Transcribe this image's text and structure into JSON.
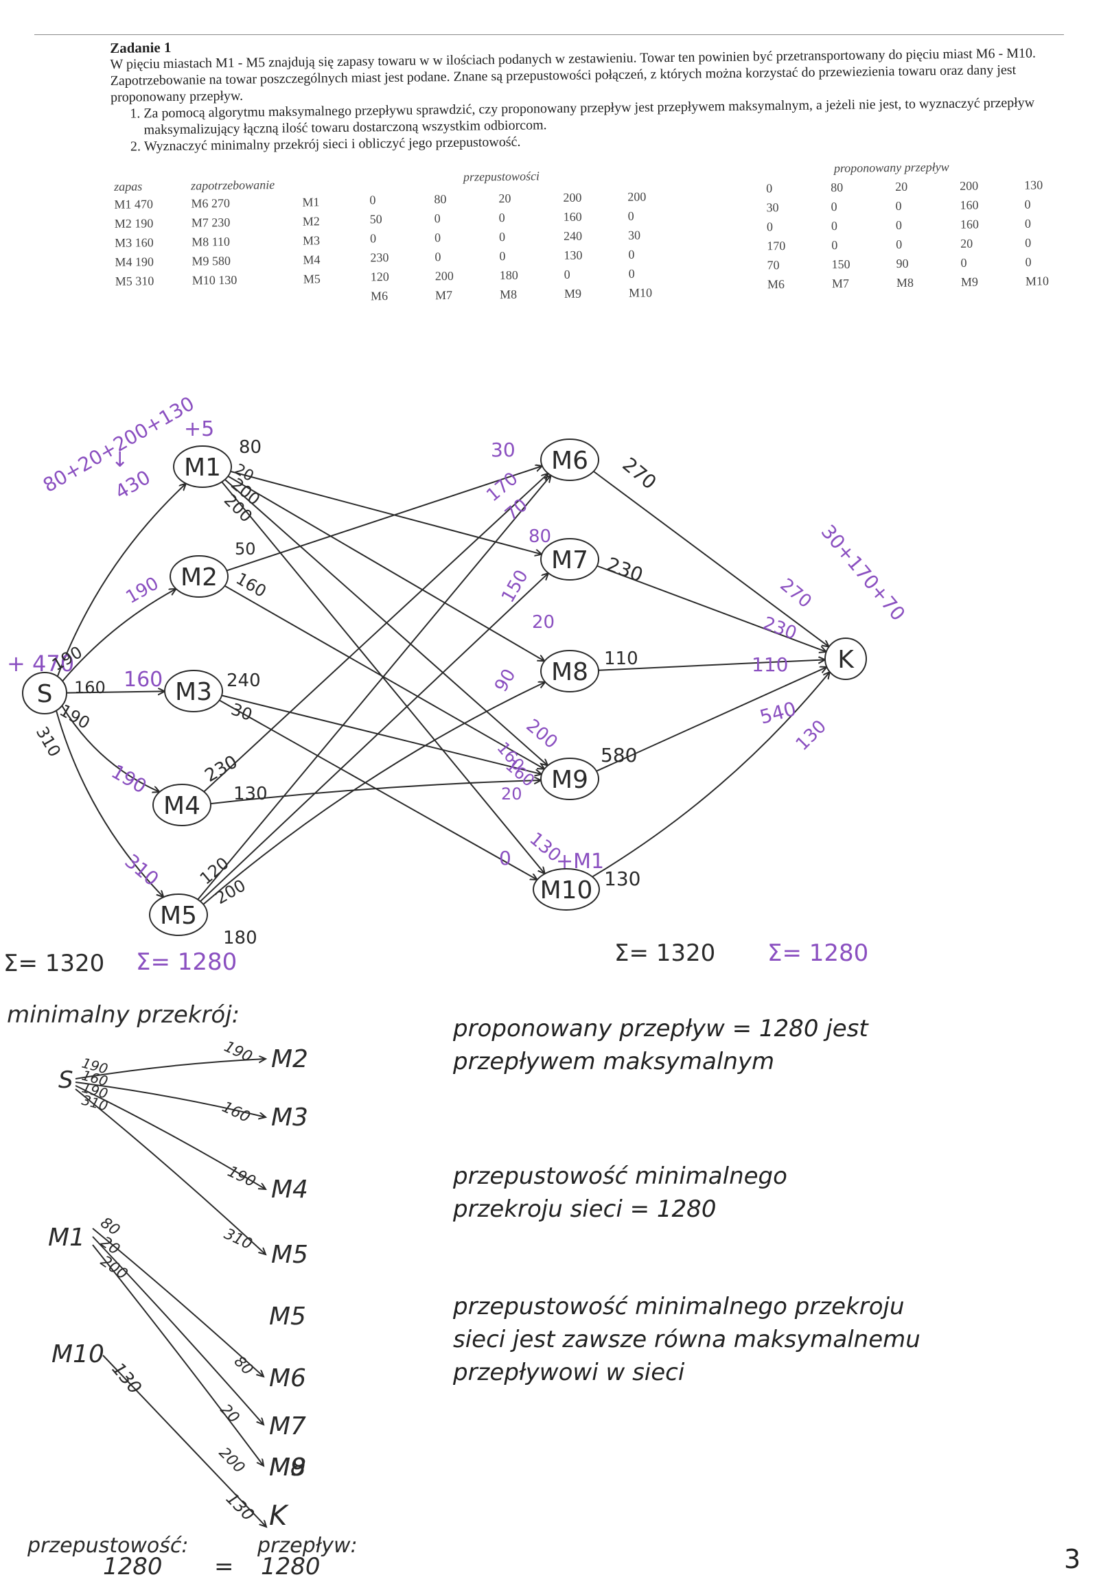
{
  "task": {
    "title": "Zadanie 1",
    "paragraph": "W pięciu miastach M1 - M5 znajdują się zapasy towaru w w ilościach podanych w zestawieniu. Towar ten powinien być przetransportowany do pięciu miast M6 - M10. Zapotrzebowanie na towar poszczególnych miast jest podane. Znane są przepustowości połączeń, z których można korzystać do przewiezienia towaru oraz dany jest proponowany przepływ.",
    "item1": "Za pomocą algorytmu maksymalnego przepływu sprawdzić, czy proponowany przepływ jest przepływem maksymalnym, a jeżeli nie jest, to wyznaczyć przepływ maksymalizujący łączną ilość towaru dostarczoną wszystkim odbiorcom.",
    "item2": "Wyznaczyć minimalny przekrój sieci i obliczyć jego przepustowość."
  },
  "tables": {
    "zapas_header": "zapas",
    "zapotrz_header": "zapotrzebowanie",
    "przep_header": "przepustowości",
    "flow_header": "proponowany przepływ",
    "zapas": [
      "M1 470",
      "M2 190",
      "M3 160",
      "M4 190",
      "M5 310"
    ],
    "zapotrzebowanie": [
      "M6 270",
      "M7 230",
      "M8 110",
      "M9 580",
      "M10 130"
    ],
    "src_labels": [
      "M1",
      "M2",
      "M3",
      "M4",
      "M5"
    ],
    "dst_labels": [
      "M6",
      "M7",
      "M8",
      "M9",
      "M10"
    ],
    "capacity": [
      [
        "0",
        "80",
        "20",
        "200",
        "200"
      ],
      [
        "50",
        "0",
        "0",
        "160",
        "0"
      ],
      [
        "0",
        "0",
        "0",
        "240",
        "30"
      ],
      [
        "230",
        "0",
        "0",
        "130",
        "0"
      ],
      [
        "120",
        "200",
        "180",
        "0",
        "0"
      ]
    ],
    "flow": [
      [
        "0",
        "80",
        "20",
        "200",
        "130"
      ],
      [
        "30",
        "0",
        "0",
        "160",
        "0"
      ],
      [
        "0",
        "0",
        "0",
        "160",
        "0"
      ],
      [
        "170",
        "0",
        "0",
        "20",
        "0"
      ],
      [
        "70",
        "150",
        "90",
        "0",
        "0"
      ]
    ]
  },
  "colors": {
    "ink": "#2a2a2a",
    "purple": "#8a4fc0",
    "paper": "#ffffff"
  },
  "diagram": {
    "nodes": {
      "s": "S",
      "k": "K",
      "m1": "M1",
      "m2": "M2",
      "m3": "M3",
      "m4": "M4",
      "m5": "M5",
      "m6": "M6",
      "m7": "M7",
      "m8": "M8",
      "m9": "M9",
      "m10": "M10"
    },
    "purple_labels": {
      "sum_m1": "80+20+200+130",
      "arrow": "↓",
      "m1_in": "430",
      "m1_plus": "+5",
      "s_plus": "+ 470",
      "m2_in": "190",
      "m3_in": "160",
      "m4_in": "190",
      "m5_in": "310",
      "m6_30": "30",
      "m6_170": "170",
      "m6_70": "70",
      "m7_80": "80",
      "m7_150": "150",
      "m8_20": "20",
      "m8_90": "90",
      "m9_200": "200",
      "m9_160": "160",
      "m9_160b": "160",
      "m9_20": "20",
      "m10_130": "130",
      "m10_0": "0",
      "m10_plus": "+M1",
      "k_sum": "30+170+70",
      "k_270": "270",
      "k_230": "230",
      "k_110": "110",
      "k_540": "540",
      "k_130": "130",
      "sum_1280_left": "Σ= 1280",
      "sum_1280_right": "Σ= 1280"
    },
    "black_labels": {
      "m1_80": "80",
      "m1_20": "20",
      "m1_200": "200",
      "m1_200b": "200",
      "m2_50": "50",
      "m2_160": "160",
      "s_190": "190",
      "s_160": "160",
      "s_190b": "190",
      "s_310": "310",
      "m3_240": "240",
      "m3_30": "30",
      "m4_230": "230",
      "m4_130": "130",
      "m5_120": "120",
      "m5_200": "200",
      "m5_180": "180",
      "m6_270": "270",
      "m7_230": "230",
      "m8_110": "110",
      "m9_580": "580",
      "m10_130": "130",
      "sum_1320_left": "Σ= 1320",
      "sum_1320_right": "Σ= 1320"
    }
  },
  "cut": {
    "heading": "minimalny przekrój:",
    "s_label": "S",
    "s_edges": [
      {
        "l": "190",
        "t": "M2"
      },
      {
        "l": "160",
        "t": "M3"
      },
      {
        "l": "190",
        "t": "M4"
      },
      {
        "l": "310",
        "t": "M5"
      }
    ],
    "m1_label": "M1",
    "m1_edges": [
      {
        "l": "80",
        "t": "M6"
      },
      {
        "l": "20",
        "t": "M7"
      },
      {
        "l": "200",
        "t": "M8"
      }
    ],
    "m10_label": "M10",
    "m10_edge": {
      "l": "130",
      "t": "M9"
    },
    "k_label": "K",
    "k_edge_label": "130",
    "footer_left": "przepustowość:",
    "footer_right": "przepływ:",
    "footer_val_left": "1280",
    "footer_eq": "=",
    "footer_val_right": "1280"
  },
  "notes": {
    "n1a": "proponowany przepływ = 1280 jest",
    "n1b": "przepływem maksymalnym",
    "n2a": "przepustowość minimalnego",
    "n2b": "przekroju sieci = 1280",
    "n3a": "przepustowość minimalnego przekroju",
    "n3b": "sieci jest zawsze równa maksymalnemu",
    "n3c": "przepływowi w sieci"
  },
  "page_number": "3"
}
